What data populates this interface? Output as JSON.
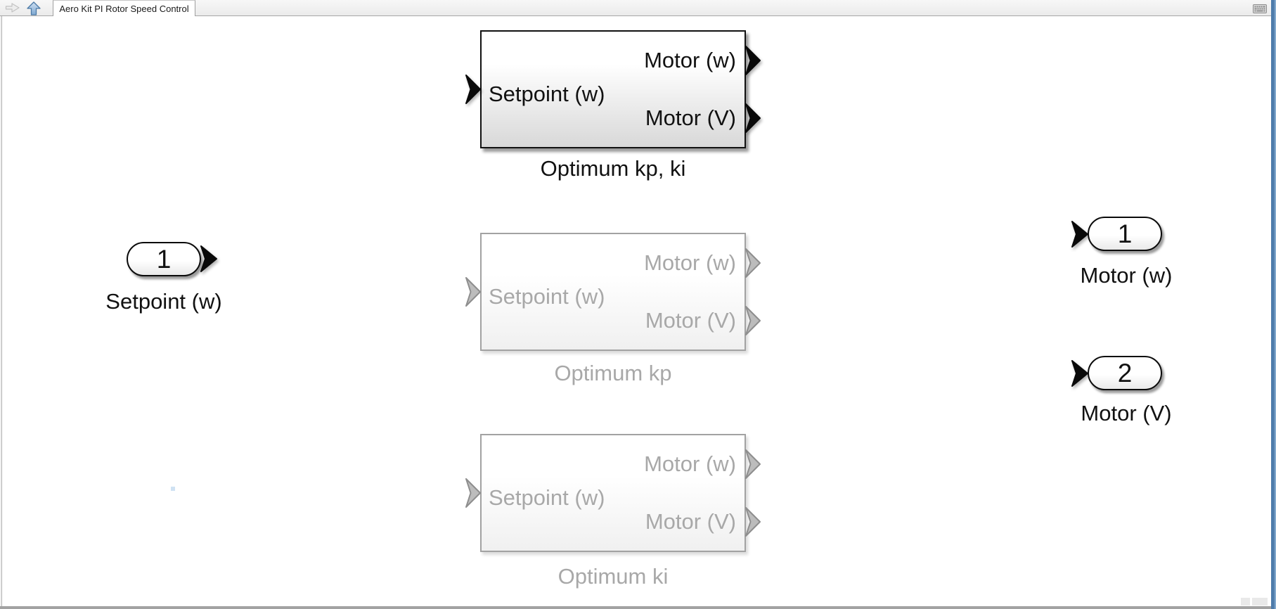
{
  "toolbar": {
    "tab_title": "Aero Kit PI Rotor Speed Control",
    "forward_icon": "forward-arrow-icon",
    "up_icon": "up-arrow-icon",
    "keyboard_icon": "keyboard-icon"
  },
  "canvas": {
    "inport": {
      "number": "1",
      "label": "Setpoint (w)"
    },
    "subsystems": [
      {
        "name": "Optimum kp, ki",
        "state": "active",
        "input_port": "Setpoint (w)",
        "output_port_1": "Motor (w)",
        "output_port_2": "Motor (V)"
      },
      {
        "name": "Optimum kp",
        "state": "inactive",
        "input_port": "Setpoint (w)",
        "output_port_1": "Motor (w)",
        "output_port_2": "Motor (V)"
      },
      {
        "name": "Optimum ki",
        "state": "inactive",
        "input_port": "Setpoint (w)",
        "output_port_1": "Motor (w)",
        "output_port_2": "Motor (V)"
      }
    ],
    "outports": [
      {
        "number": "1",
        "label": "Motor (w)"
      },
      {
        "number": "2",
        "label": "Motor (V)"
      }
    ]
  },
  "colors": {
    "active_block_border": "#111111",
    "inactive_gray": "#a8a8a8",
    "window_edge_blue": "#4e7cab",
    "annotation_dot_blue": "#cfe2f3",
    "canvas_background": "#ffffff",
    "toolbar_background": "#f1f1f1"
  }
}
